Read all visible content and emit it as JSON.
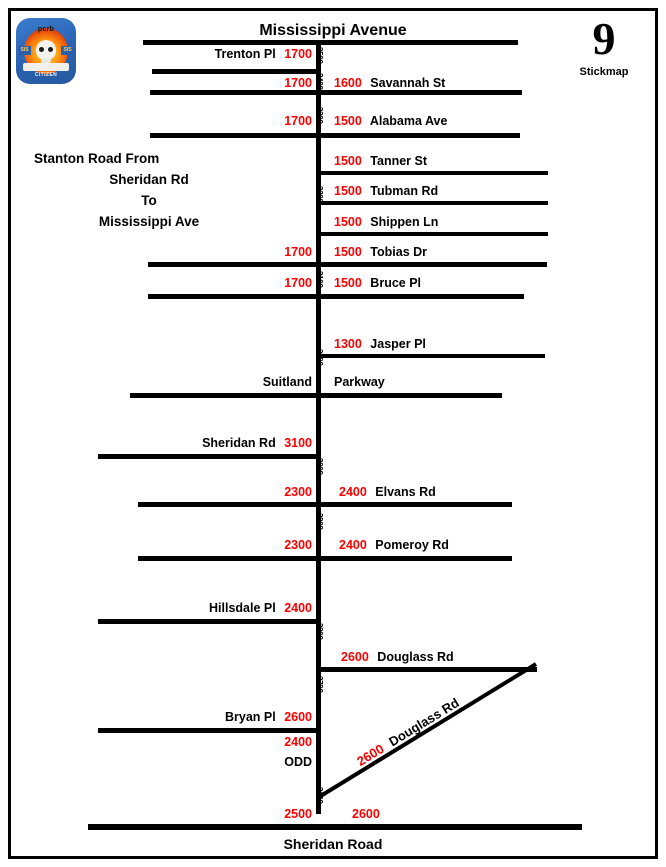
{
  "sheet": {
    "page_number": "9",
    "page_caption": "Stickmap",
    "top_street": "Mississippi Avenue",
    "bottom_street": "Sheridan Road",
    "title_lines": [
      "Stanton Road From",
      "Sheridan Rd",
      "To",
      "Mississippi Ave"
    ],
    "colors": {
      "hundred_block_red": "#ff0000",
      "street_name_black": "#000000",
      "line_black": "#000000",
      "badge_blue": "#2f6fc0",
      "badge_flame": "#ef5b0c"
    }
  },
  "badge": {
    "top_text": "pcrb",
    "bottom_text": "CITIZEN",
    "left_text": "SIS",
    "right_text": "SIS"
  },
  "chart_data": {
    "type": "diagram",
    "main_street": "Stanton Road",
    "centerline_blocks": [
      "3500",
      "3400",
      "3300",
      "3200",
      "3100",
      "3000",
      "3000",
      "2900",
      "2800",
      "2700",
      "2600"
    ],
    "cross_streets": [
      {
        "name": "Mississippi Avenue",
        "left_block": "",
        "right_block": "",
        "side": "both",
        "label_side": "title"
      },
      {
        "name": "Trenton Pl",
        "left_block": "1700",
        "right_block": "",
        "side": "left"
      },
      {
        "name": "Savannah St",
        "left_block": "1700",
        "right_block": "1600",
        "side": "both"
      },
      {
        "name": "Alabama Ave",
        "left_block": "1700",
        "right_block": "1500",
        "side": "both"
      },
      {
        "name": "Tanner St",
        "left_block": "",
        "right_block": "1500",
        "side": "right"
      },
      {
        "name": "Tubman Rd",
        "left_block": "",
        "right_block": "1500",
        "side": "right"
      },
      {
        "name": "Shippen Ln",
        "left_block": "",
        "right_block": "1500",
        "side": "right"
      },
      {
        "name": "Tobias Dr",
        "left_block": "1700",
        "right_block": "1500",
        "side": "both"
      },
      {
        "name": "Bruce Pl",
        "left_block": "1700",
        "right_block": "1500",
        "side": "both"
      },
      {
        "name": "Jasper Pl",
        "left_block": "",
        "right_block": "1300",
        "side": "right"
      },
      {
        "name": "Suitland Parkway",
        "left_block": "",
        "right_block": "",
        "side": "both"
      },
      {
        "name": "Sheridan Rd",
        "left_block": "3100",
        "right_block": "",
        "side": "left"
      },
      {
        "name": "Elvans Rd",
        "left_block": "2300",
        "right_block": "2400",
        "side": "both"
      },
      {
        "name": "Pomeroy Rd",
        "left_block": "2300",
        "right_block": "2400",
        "side": "both"
      },
      {
        "name": "Hillsdale Pl",
        "left_block": "2400",
        "right_block": "",
        "side": "left"
      },
      {
        "name": "Douglass Rd",
        "left_block": "",
        "right_block": "2600",
        "side": "right"
      },
      {
        "name": "Bryan Pl",
        "left_block": "2600",
        "right_block": "",
        "side": "left"
      },
      {
        "name": "Douglass Rd",
        "left_block": "",
        "right_block": "2600",
        "side": "diagonal"
      },
      {
        "name": "Sheridan Road",
        "left_block": "2500",
        "right_block": "2600",
        "side": "both"
      }
    ],
    "odd_side_note": {
      "block": "2400",
      "text": "ODD"
    }
  },
  "labels": {
    "trenton_name": "Trenton Pl",
    "trenton_block": "1700",
    "savannah_left": "1700",
    "savannah_block": "1600",
    "savannah_name": "Savannah St",
    "alabama_left": "1700",
    "alabama_block": "1500",
    "alabama_name": "Alabama Ave",
    "tanner_block": "1500",
    "tanner_name": "Tanner St",
    "tubman_block": "1500",
    "tubman_name": "Tubman Rd",
    "shippen_block": "1500",
    "shippen_name": "Shippen Ln",
    "tobias_left": "1700",
    "tobias_block": "1500",
    "tobias_name": "Tobias Dr",
    "bruce_left": "1700",
    "bruce_block": "1500",
    "bruce_name": "Bruce Pl",
    "jasper_block": "1300",
    "jasper_name": "Jasper Pl",
    "suitland_left": "Suitland",
    "suitland_right": "Parkway",
    "sheridan_rd_name": "Sheridan Rd",
    "sheridan_rd_block": "3100",
    "elvans_left": "2300",
    "elvans_block": "2400",
    "elvans_name": "Elvans Rd",
    "pomeroy_left": "2300",
    "pomeroy_block": "2400",
    "pomeroy_name": "Pomeroy Rd",
    "hillsdale_name": "Hillsdale Pl",
    "hillsdale_block": "2400",
    "douglass_block": "2600",
    "douglass_name": "Douglass Rd",
    "bryan_name": "Bryan Pl",
    "bryan_block": "2600",
    "odd_block": "2400",
    "odd_text": "ODD",
    "diag_block": "2600",
    "diag_name": "Douglass Rd",
    "bottom_left_block": "2500",
    "bottom_right_block": "2600"
  },
  "vblocks": {
    "b3500": "3500",
    "b3400": "3400",
    "b3300": "3300",
    "b3200": "3200",
    "b3100": "3100",
    "b3000a": "3000",
    "b3000b": "3000",
    "b2900": "2900",
    "b2800": "2800",
    "b2700": "2700",
    "b2600": "2600"
  }
}
